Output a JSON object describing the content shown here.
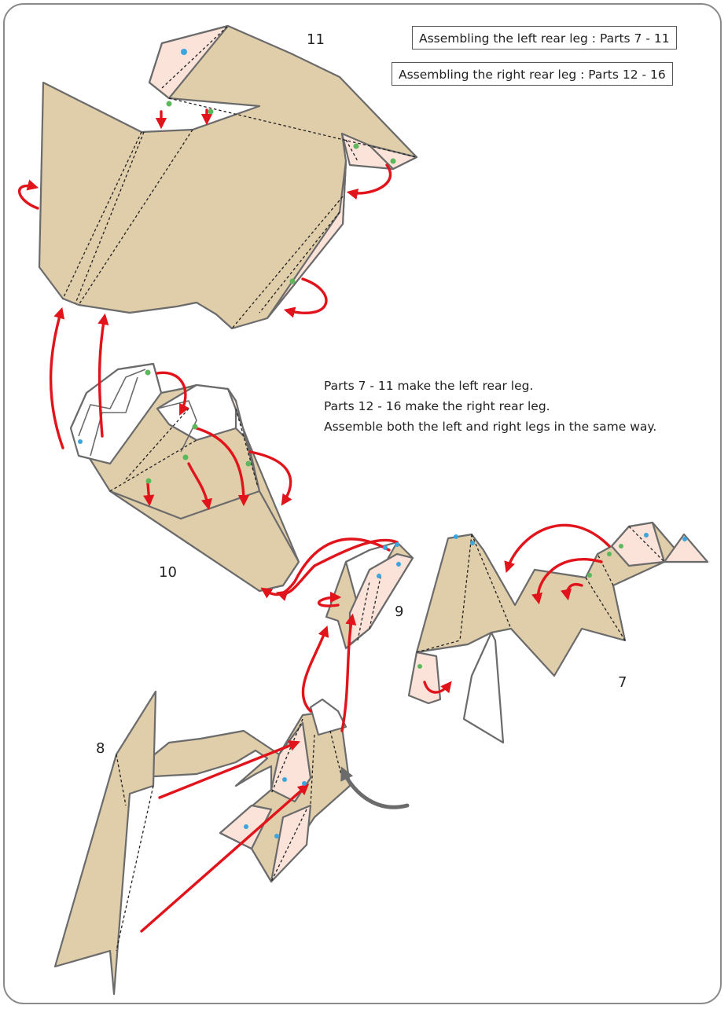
{
  "titles": [
    "Assembling the left rear leg : Parts 7 - 11",
    "Assembling the right rear leg : Parts 12 - 16"
  ],
  "notes": [
    "Parts 7 - 11 make the left rear leg.",
    "Parts 12 - 16 make the right rear leg.",
    "Assemble both the left and right legs in the same way."
  ],
  "part_labels": {
    "p7": "7",
    "p8": "8",
    "p9": "9",
    "p10": "10",
    "p11": "11"
  },
  "colors": {
    "paper_tan": "#e0cdaa",
    "paper_pink": "#fbe3da",
    "edge": "#6b6b6b",
    "arrow_red": "#e2141b",
    "dot_green": "#5cb85c",
    "dot_blue": "#3aa6dd",
    "rotate_arrow": "#6b6b6b"
  }
}
